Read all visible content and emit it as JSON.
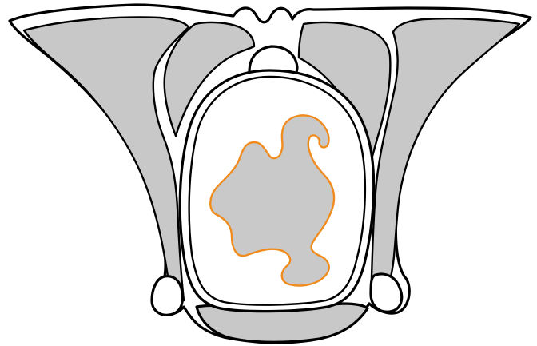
{
  "figure": {
    "kind": "anatomical cross-section illustration",
    "colors": {
      "background": "#ffffff",
      "outline": "#000000",
      "tissue_fill": "#c8c8c8",
      "inner_cavity": "#ffffff",
      "lesion_fill": "#c9c9c9",
      "lesion_outline": "#f08c1e"
    },
    "regions": [
      "outer-envelope",
      "left-lateral-wing",
      "right-lateral-wing",
      "left-upper-lobe",
      "right-upper-lobe",
      "central-oval-cavity",
      "top-knob",
      "bottom-base",
      "left-foot",
      "right-foot",
      "lesion-region"
    ]
  }
}
